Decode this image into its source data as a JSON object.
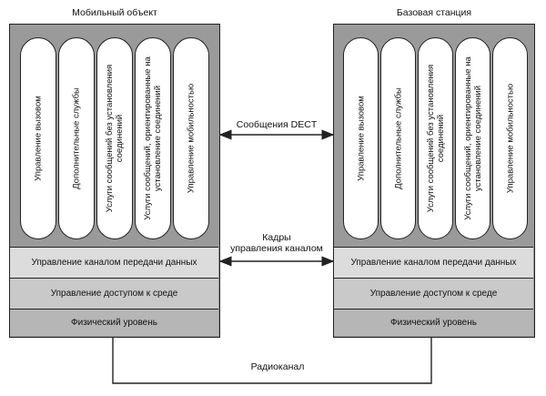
{
  "mobile": {
    "title": "Мобильный объект",
    "services": [
      "Управление вызовом",
      "Дополнительные службы",
      "Услуги сообщений без установления соединений",
      "Услуги сообщений, ориентированные на установление соединений",
      "Управление мобильностью"
    ],
    "layers": [
      "Управление каналом передачи данных",
      "Управление доступом к среде",
      "Физический уровень"
    ]
  },
  "base": {
    "title": "Базовая станция",
    "services": [
      "Управление вызовом",
      "Дополнительные службы",
      "Услуги сообщений без установления соединений",
      "Услуги сообщений, ориентированные на установление соединений",
      "Управление мобильностью"
    ],
    "layers": [
      "Управление каналом передачи данных",
      "Управление доступом к среде",
      "Физический уровень"
    ]
  },
  "links": {
    "dect_messages": "Сообщения DECT",
    "control_frames_line1": "Кадры",
    "control_frames_line2": "управления каналом",
    "radio_channel": "Радиоканал"
  },
  "colors": {
    "stack_bg": "#9a9a9a",
    "layer_datalink": "#dcdcdc",
    "layer_mac": "#c9c9c9",
    "layer_phy": "#b6b6b6",
    "line": "#222222"
  }
}
